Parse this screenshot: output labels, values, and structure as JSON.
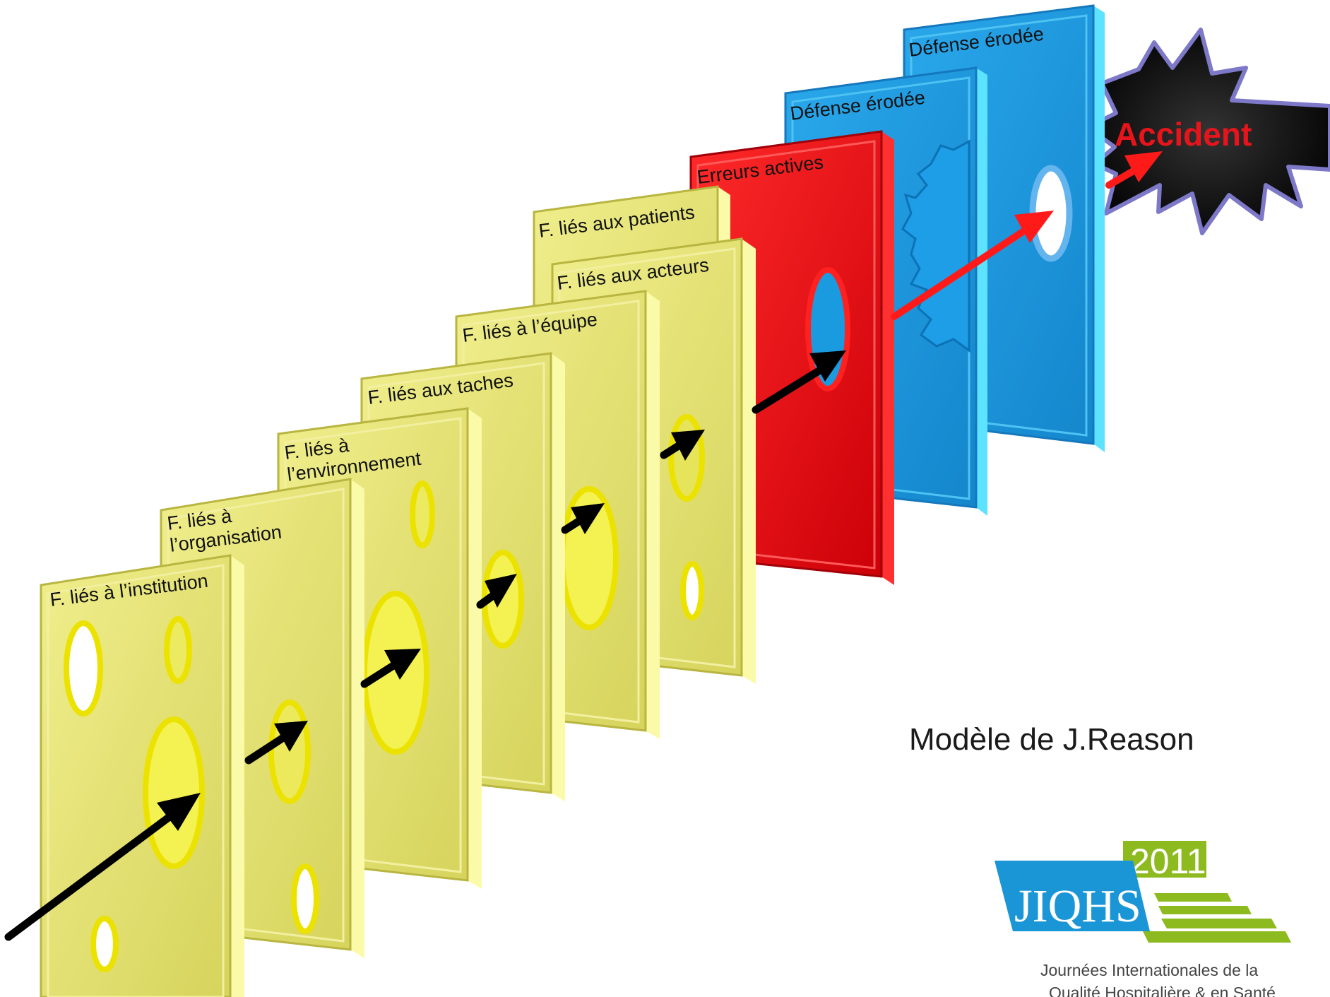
{
  "diagram": {
    "slices": [
      {
        "id": "institution",
        "label_lines": [
          "F. liés à l’institution"
        ],
        "color": "#e2e070",
        "type": "yellow"
      },
      {
        "id": "organisation",
        "label_lines": [
          "F. liés à",
          "l’organisation"
        ],
        "color": "#e2e070",
        "type": "yellow"
      },
      {
        "id": "environnement",
        "label_lines": [
          "F. liés à",
          "l’environnement"
        ],
        "color": "#e2e070",
        "type": "yellow"
      },
      {
        "id": "taches",
        "label_lines": [
          "F. liés aux taches"
        ],
        "color": "#e2e070",
        "type": "yellow"
      },
      {
        "id": "equipe",
        "label_lines": [
          "F. liés à l’équipe"
        ],
        "color": "#e2e070",
        "type": "yellow"
      },
      {
        "id": "patients",
        "label_lines": [
          "F. liés aux patients"
        ],
        "color": "#e2e070",
        "type": "yellow"
      },
      {
        "id": "acteurs",
        "label_lines": [
          "F. liés aux acteurs"
        ],
        "color": "#e2e070",
        "type": "yellow"
      },
      {
        "id": "erreurs",
        "label_lines": [
          "Erreurs actives"
        ],
        "color": "#e0101a",
        "type": "red"
      },
      {
        "id": "defense1",
        "label_lines": [
          "Défense érodée"
        ],
        "color": "#1a9be0",
        "type": "blue"
      },
      {
        "id": "defense2",
        "label_lines": [
          "Défense érodée"
        ],
        "color": "#1a9be0",
        "type": "blue"
      }
    ],
    "accident_label": "Accident",
    "colors": {
      "yellow": "#e2e070",
      "red": "#e0101a",
      "blue": "#1a9be0",
      "arrow": "#000000",
      "accident_arrow": "#ff1a1a"
    }
  },
  "caption": "Modèle de J.Reason",
  "logo": {
    "year": "2011",
    "name": "JIQHS",
    "subtitle_line1": "Journées Internationales de la",
    "subtitle_line2": "Qualité Hospitalière & en Santé"
  }
}
